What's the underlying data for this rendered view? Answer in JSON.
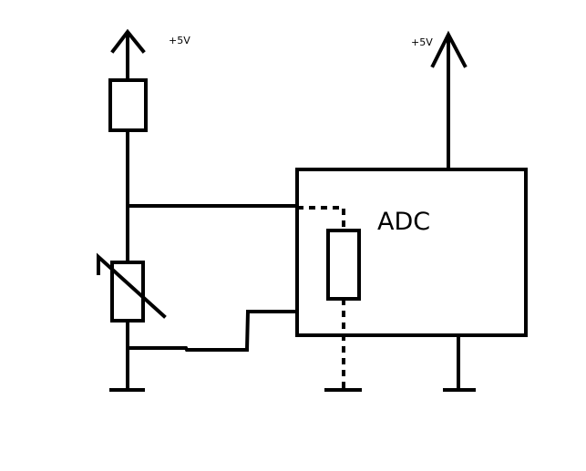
{
  "labels": {
    "supply_left": "+5V",
    "supply_right": "+5V",
    "adc": "ADC"
  },
  "colors": {
    "ink": "#000000",
    "background": "#ffffff"
  }
}
